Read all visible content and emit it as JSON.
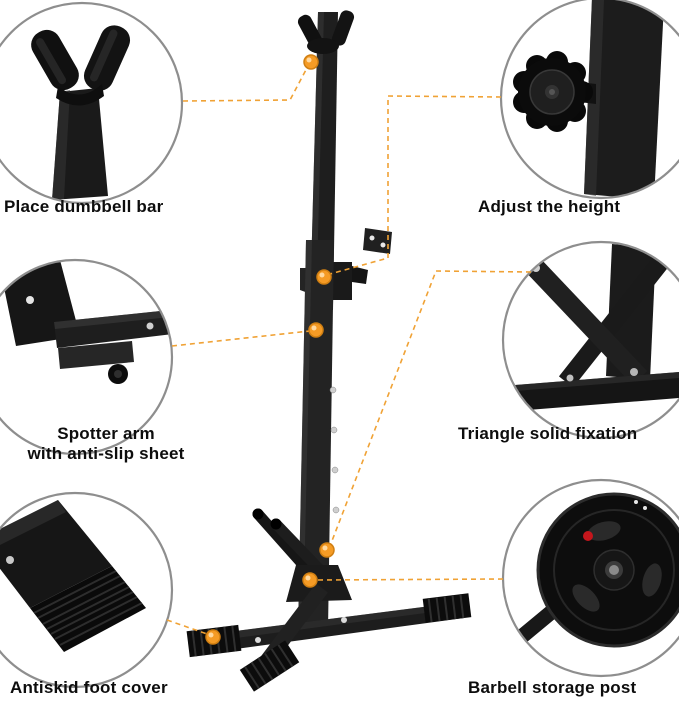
{
  "image_type": "product-feature-callout-diagram",
  "colors": {
    "accent_line": "#F0A235",
    "marker": "#F59B25",
    "callout_ring": "#8E8E8E",
    "product_black": "#1A1A1A",
    "background": "#FFFFFF",
    "label_text": "#0D0D0D"
  },
  "callouts": {
    "place_dumbbell_bar": {
      "label": "Place dumbbell bar"
    },
    "adjust_height": {
      "label": "Adjust the height"
    },
    "spotter_arm": {
      "label_line1": "Spotter arm",
      "label_line2": "with anti-slip sheet"
    },
    "triangle_fixation": {
      "label": "Triangle solid fixation"
    },
    "antiskid_foot": {
      "label": "Antiskid foot cover"
    },
    "barbell_storage": {
      "label": "Barbell storage post"
    }
  }
}
